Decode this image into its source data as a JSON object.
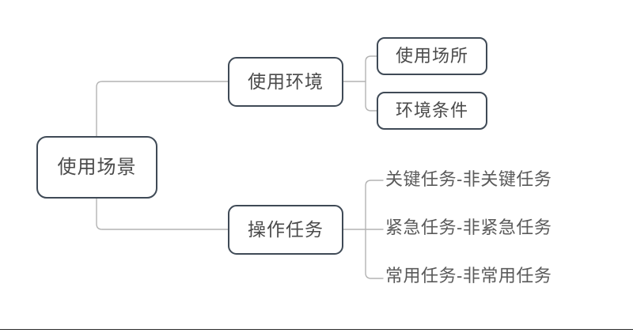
{
  "diagram": {
    "type": "mind-map-tree",
    "orientation": "left-to-right",
    "colors": {
      "node_border": "#3f4a56",
      "node_text": "#4a4a4a",
      "leaf_text": "#5a5a5a",
      "connector": "#b3b3b3",
      "background": "#ffffff",
      "bottom_rule": "#2b2b2b"
    },
    "root": {
      "label": "使用场景"
    },
    "branches": [
      {
        "label": "使用环境",
        "children": [
          {
            "label": "使用场所",
            "boxed": true
          },
          {
            "label": "环境条件",
            "boxed": true
          }
        ]
      },
      {
        "label": "操作任务",
        "children": [
          {
            "label": "关键任务-非关键任务",
            "boxed": false
          },
          {
            "label": "紧急任务-非紧急任务",
            "boxed": false
          },
          {
            "label": "常用任务-非常用任务",
            "boxed": false
          }
        ]
      }
    ]
  }
}
